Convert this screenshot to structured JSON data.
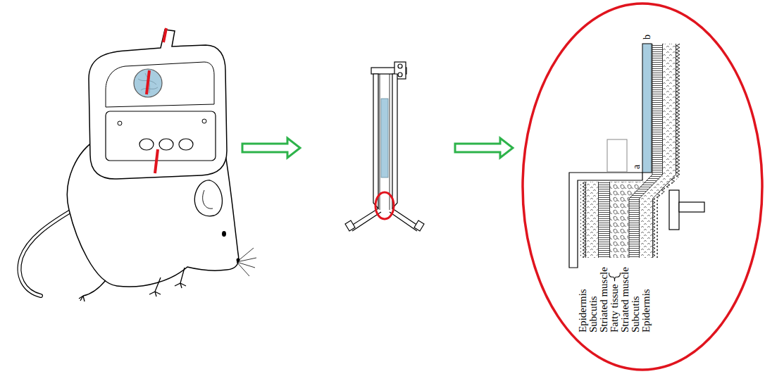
{
  "diagram": {
    "labels": [
      "b",
      "a",
      "Epidermis",
      "Subcutis",
      "Striated muscle",
      "Fatty tissue",
      "Striated muscle",
      "Subcutis",
      "Epidermis"
    ]
  }
}
